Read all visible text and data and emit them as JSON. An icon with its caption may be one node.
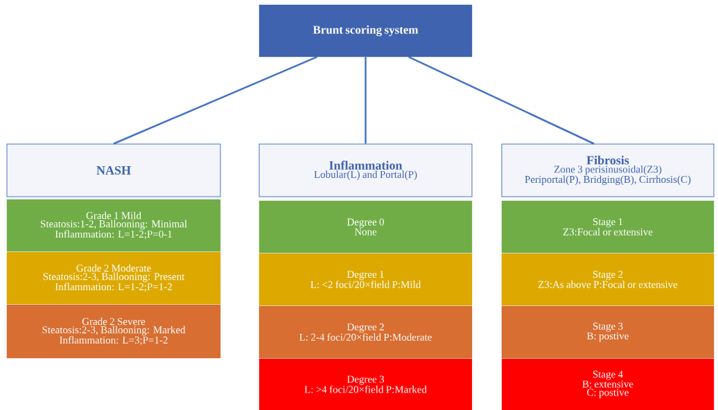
{
  "diagram": {
    "nodes": [
      {
        "text": [
          "Brunt scoring system"
        ]
      },
      {
        "text": [
          "NASH"
        ]
      },
      {
        "text": [
          "Inflammation",
          "Lobular(L) and  Portal(P)"
        ]
      },
      {
        "text": [
          "Fibrosis",
          "Zone 3 perisinusoidal(Z3)",
          "Periportal(P), Bridging(B), Cirrhosis(C)"
        ]
      },
      {
        "text": [
          "Grade 1 Mild",
          "Steatosis:1-2, Ballooning: Minimal",
          "Inflammation: L=1-2;P=0-1"
        ]
      },
      {
        "text": [
          "Grade 2 Moderate",
          "Steatosis:2-3, Ballooning: Present",
          "Inflammation: L=1-2;P=1-2"
        ]
      },
      {
        "text": [
          "Grade 2 Severe",
          "Steatosis:2-3, Ballooning: Marked",
          "Inflammation: L=3;P=1-2"
        ]
      },
      {
        "text": [
          "Degree 0",
          "None"
        ]
      },
      {
        "text": [
          "Degree 1",
          "L: <2 foci/20×field P:Mild"
        ]
      },
      {
        "text": [
          "Degree 2",
          "L: 2-4 foci/20×field P:Moderate"
        ]
      },
      {
        "text": [
          "Degree 3",
          "L: >4 foci/20×field P:Marked"
        ]
      },
      {
        "text": [
          "Stage 1",
          "Z3:Focal or extensive"
        ]
      },
      {
        "text": [
          "Stage 2",
          "Z3:As above P:Focal or extensive"
        ]
      },
      {
        "text": [
          "Stage 3",
          "B: postive"
        ]
      },
      {
        "text": [
          "Stage 4",
          "B: extensive",
          "C: postive"
        ]
      }
    ],
    "edges": [
      {
        "from": 0,
        "to": 1,
        "arrow": "none"
      },
      {
        "from": 0,
        "to": 2,
        "arrow": "none"
      },
      {
        "from": 0,
        "to": 3,
        "arrow": "none"
      }
    ]
  }
}
